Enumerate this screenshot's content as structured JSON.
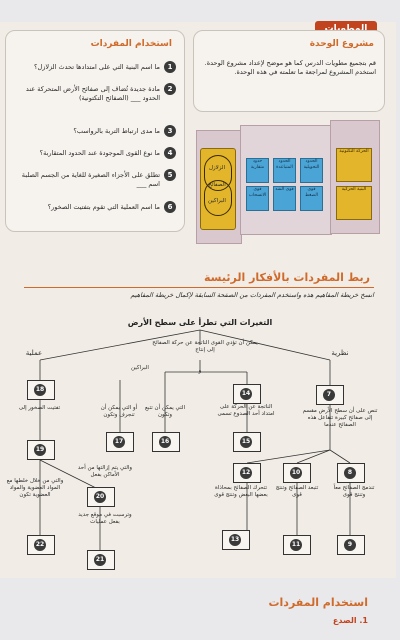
{
  "badge": {
    "label": "المطويات"
  },
  "project": {
    "title": "مشروع الوحدة",
    "body": "قم بتجميع مطويات الدرس كما هو موضح لإعداد مشروع الوحدة. استخدم المشروع لمراجعة ما تعلمته في هذه الوحدة."
  },
  "foldable": {
    "left_panel": [
      "الزلازل",
      "البراكين",
      "الصفائح"
    ],
    "blue_cells": [
      "حدود متقاربة",
      "الحدود المتباعدة",
      "الحدود التحويلية",
      "قوى الانسحاب",
      "قوى الشد",
      "قوى الضغط"
    ],
    "right_cells": [
      "الحركة التكتونية",
      "البنية الحركية"
    ]
  },
  "vocab": {
    "title": "استخدام المفردات",
    "items": [
      {
        "n": "1",
        "text": "ما اسم البنية التي على امتدادها تحدث الزلازل؟"
      },
      {
        "n": "2",
        "text": "مادة جديدة تُضاف إلى صفائح الأرض المتحركة عند الحدود ___ (الصفائح التكتونية)"
      },
      {
        "n": "3",
        "text": "ما مدى ارتباط التربة بالرواسب؟"
      },
      {
        "n": "4",
        "text": "ما نوع القوى الموجودة عند الحدود المتقاربة؟"
      },
      {
        "n": "5",
        "text": "تطلق على الأجزاء الصغيرة للغاية من الجسم الصلبة اسم ___"
      },
      {
        "n": "6",
        "text": "ما اسم العملية التي تقوم بتفتيت الصخور؟"
      }
    ]
  },
  "concepts": {
    "title": "ربط المفردات بالأفكار الرئيسة",
    "instruction": "انسخ خريطة المفاهيم هذه واستخدم المفردات من الصفحة السابقة لإكمال خريطة المفاهيم"
  },
  "map": {
    "title": "التغيرات التي تطرأ على سطح الأرض",
    "branch_left": "عملية",
    "branch_right": "نظرية",
    "center_top": "يمكن أن تؤدي القوى الناتجة عن حركة الصفائح إلى إنتاج",
    "volcano": "البراكين",
    "and": "و",
    "boxes": {
      "b7": "7",
      "b8": "8",
      "b9": "9",
      "b10": "10",
      "b11": "11",
      "b12": "12",
      "b13": "13",
      "b14": "14",
      "b15": "15",
      "b16": "16",
      "b17": "17",
      "b18": "18",
      "b19": "19",
      "b20": "20",
      "b21": "21",
      "b22": "22"
    },
    "labels": {
      "theory_desc": "تنص على أن سطح الأرض مقسم إلى صفائح كبيرة تتفاعل هذه الصفائح عندما",
      "l14": "الناتجة عن الحركة على امتداد أحد الصدوع تسمى",
      "l16": "التي يمكن أن تتبع وتكون",
      "l17": "أو التي يمكن أن تنجرف وتكون",
      "l18": "تفتيت الصخور إلى",
      "l19a": "والتي من خلال خلطها مع المواد العضوية والمواد العضوية تكون",
      "l19b": "والتي يتم إزالتها من أحد الأماكن بفعل",
      "l20": "وترسبت في موقع جديد بفعل عمليات",
      "l8": "تندمج الصفائح معاً وتنتج قوى",
      "l10": "تتبعد الصفائح وتنتج قوى",
      "l12": "تتحرك الصفائح بمحاذاة بعضها البعض وتنتج قوى"
    }
  },
  "bottom": {
    "title": "استخدام المفردات",
    "sub": "1. الصدع"
  }
}
